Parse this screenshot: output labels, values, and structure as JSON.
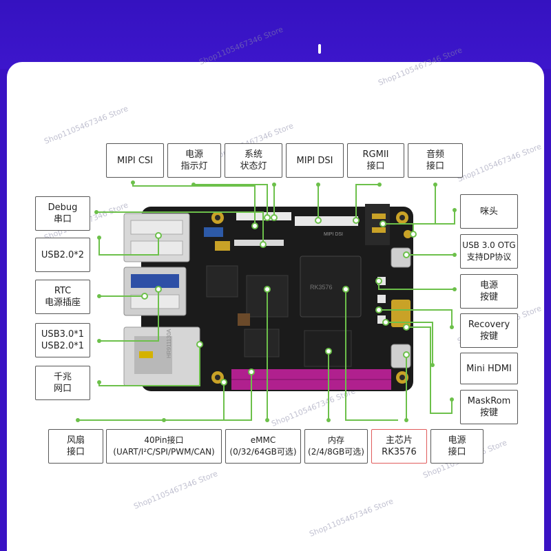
{
  "watermark": "Shop1105467346 Store",
  "labels": {
    "mipi_csi": [
      "MIPI CSI"
    ],
    "power_led": [
      "电源",
      "指示灯"
    ],
    "status_led": [
      "系统",
      "状态灯"
    ],
    "mipi_dsi": [
      "MIPI DSI"
    ],
    "rgmii": [
      "RGMII",
      "接口"
    ],
    "audio": [
      "音频",
      "接口"
    ],
    "debug": [
      "Debug",
      "串口"
    ],
    "usb2x2": [
      "USB2.0*2"
    ],
    "rtc": [
      "RTC",
      "电源插座"
    ],
    "usb3_usb2": [
      "USB3.0*1",
      "USB2.0*1"
    ],
    "gigabit": [
      "千兆",
      "网口"
    ],
    "mic": [
      "咪头"
    ],
    "usb3_otg": [
      "USB 3.0 OTG",
      "支持DP协议"
    ],
    "power_key": [
      "电源",
      "按键"
    ],
    "recovery": [
      "Recovery",
      "按键"
    ],
    "mini_hdmi": [
      "Mini HDMI"
    ],
    "maskrom": [
      "MaskRom",
      "按键"
    ],
    "fan": [
      "风扇",
      "接口"
    ],
    "pin40": [
      "40Pin接口",
      "(UART/I²C/SPI/PWM/CAN)"
    ],
    "emmc": [
      "eMMC",
      "(0/32/64GB可选)"
    ],
    "memory": [
      "内存",
      "(2/4/8GB可选)"
    ],
    "soc": [
      "主芯片",
      "RK3576"
    ],
    "power_port": [
      "电源",
      "接口"
    ]
  },
  "board_marks": {
    "soc_text": "RK3576",
    "eth_text": "HR911130A",
    "mipi_dsi_silk": "MIPI DSI"
  },
  "colors": {
    "background": "#3a12c4",
    "leader": "#6cc04a",
    "board": "#1a1a1a",
    "header": "#b0208e",
    "highlight_border": "#e05a5a"
  }
}
